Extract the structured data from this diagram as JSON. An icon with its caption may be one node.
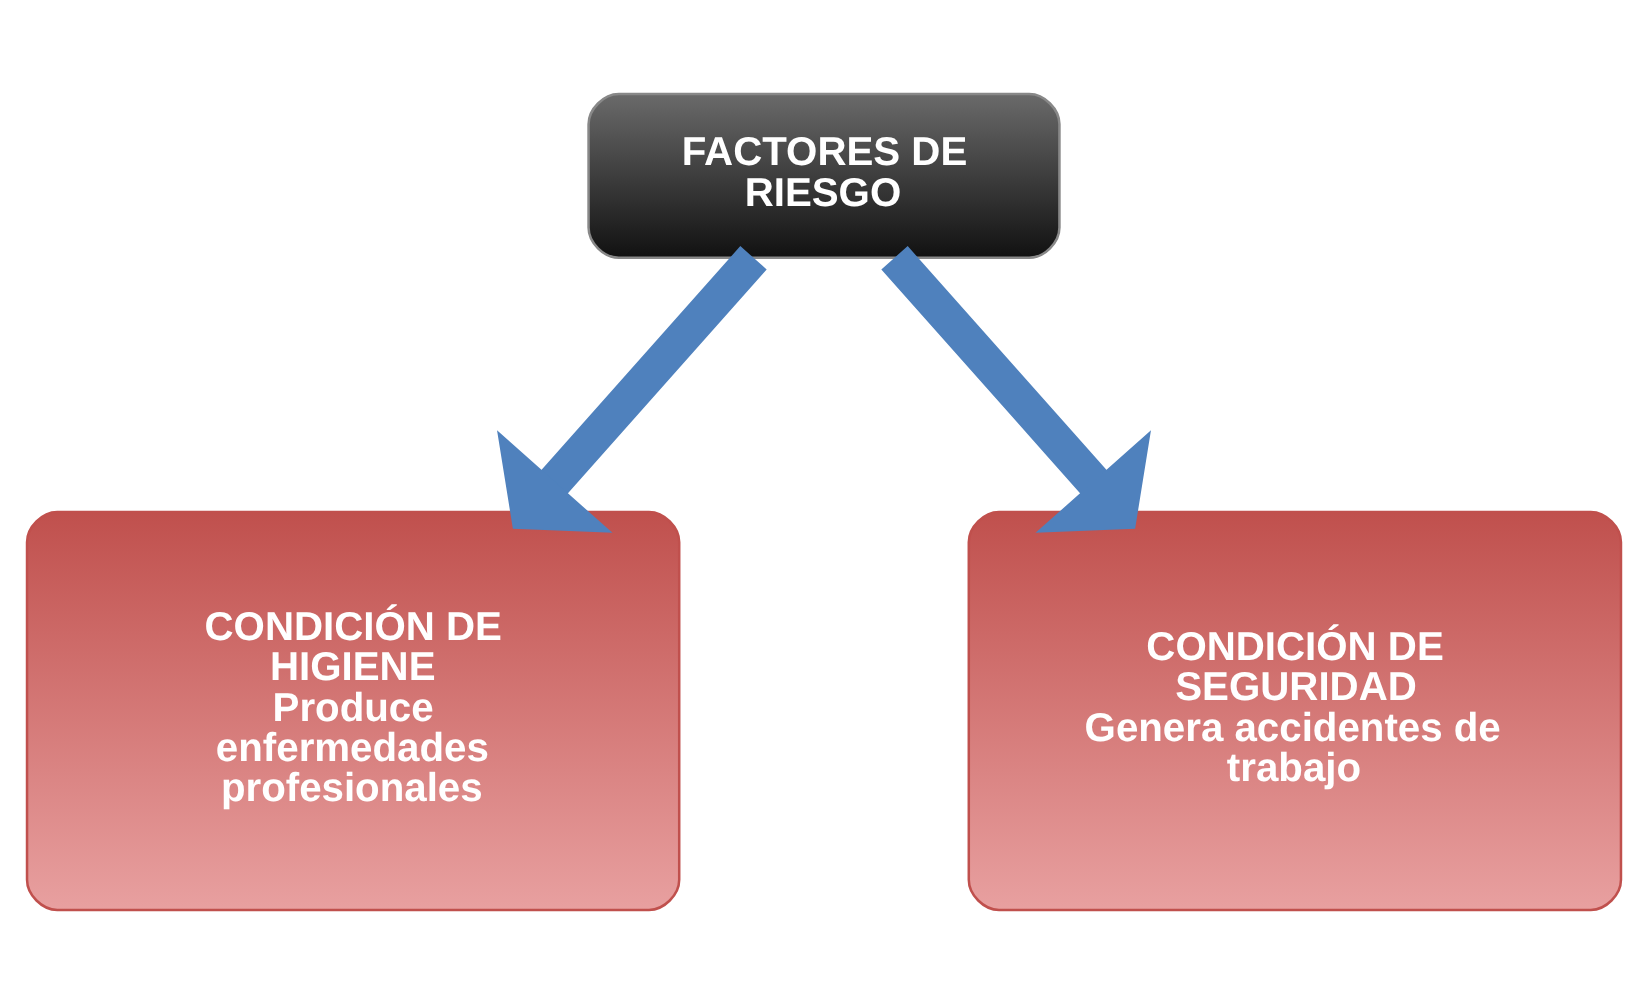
{
  "diagram": {
    "nodes": [
      {
        "text": [
          "FACTORES DE RIESGO"
        ]
      },
      {
        "text": [
          "CONDICIÓN DE HIGIENE",
          "Produce enfermedades profesionales"
        ]
      },
      {
        "text": [
          "CONDICIÓN DE SEGURIDAD",
          "Genera accidentes de trabajo"
        ]
      }
    ],
    "edges": [
      {
        "from": 0,
        "to": 1,
        "arrow": "to"
      },
      {
        "from": 0,
        "to": 2,
        "arrow": "to"
      }
    ]
  }
}
